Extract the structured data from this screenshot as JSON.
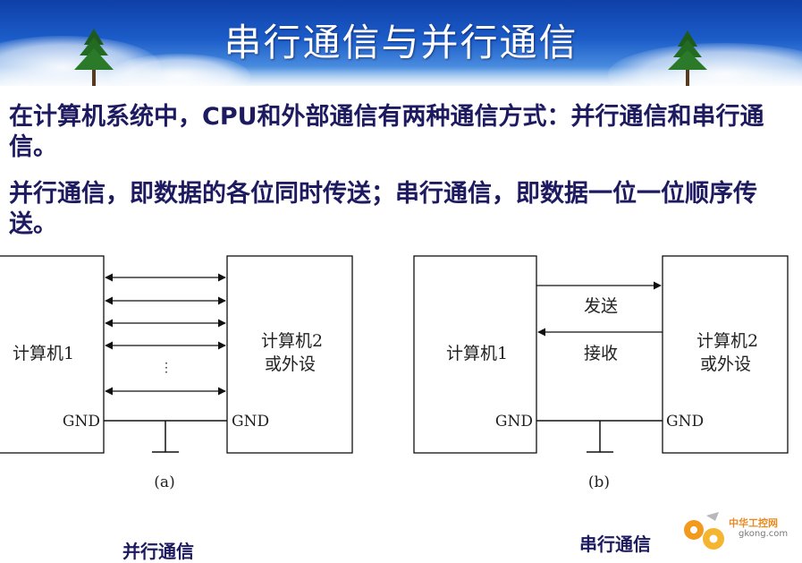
{
  "slide": {
    "title": "串行通信与并行通信",
    "paragraph1": "在计算机系统中，CPU和外部通信有两种通信方式：并行通信和串行通信。",
    "paragraph2": "并行通信，即数据的各位同时传送；串行通信，即数据一位一位顺序传送。"
  },
  "diagram_a": {
    "left_box": "计算机1",
    "right_box_line1": "计算机2",
    "right_box_line2": "或外设",
    "gnd_left": "GND",
    "gnd_right": "GND",
    "dots": "⋮",
    "label": "(a)"
  },
  "diagram_b": {
    "left_box": "计算机1",
    "right_box_line1": "计算机2",
    "right_box_line2": "或外设",
    "send": "发送",
    "receive": "接收",
    "gnd_left": "GND",
    "gnd_right": "GND",
    "label": "(b)"
  },
  "captions": {
    "parallel": "并行通信",
    "serial": "串行通信"
  },
  "watermark": {
    "site_cn": "中华工控网",
    "site_url": "gkong.com"
  },
  "colors": {
    "banner_blue": "#1b5cc8",
    "text_navy": "#1d1a60"
  }
}
